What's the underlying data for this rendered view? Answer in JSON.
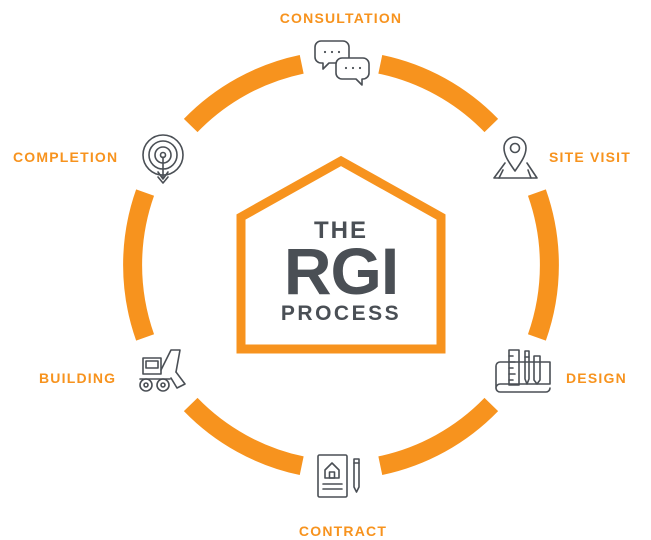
{
  "title": {
    "line1": "THE",
    "line2": "RGI",
    "line3": "PROCESS"
  },
  "steps": [
    {
      "label": "CONSULTATION",
      "icon": "speech-bubbles-icon"
    },
    {
      "label": "SITE VISIT",
      "icon": "map-pin-icon"
    },
    {
      "label": "DESIGN",
      "icon": "blueprint-tools-icon"
    },
    {
      "label": "CONTRACT",
      "icon": "contract-pen-icon"
    },
    {
      "label": "BUILDING",
      "icon": "excavator-icon"
    },
    {
      "label": "COMPLETION",
      "icon": "target-icon"
    }
  ],
  "colors": {
    "accent": "#F7931E",
    "title_text": "#4A4F55",
    "icon_stroke": "#4A4F55",
    "background": "#FFFFFF"
  }
}
